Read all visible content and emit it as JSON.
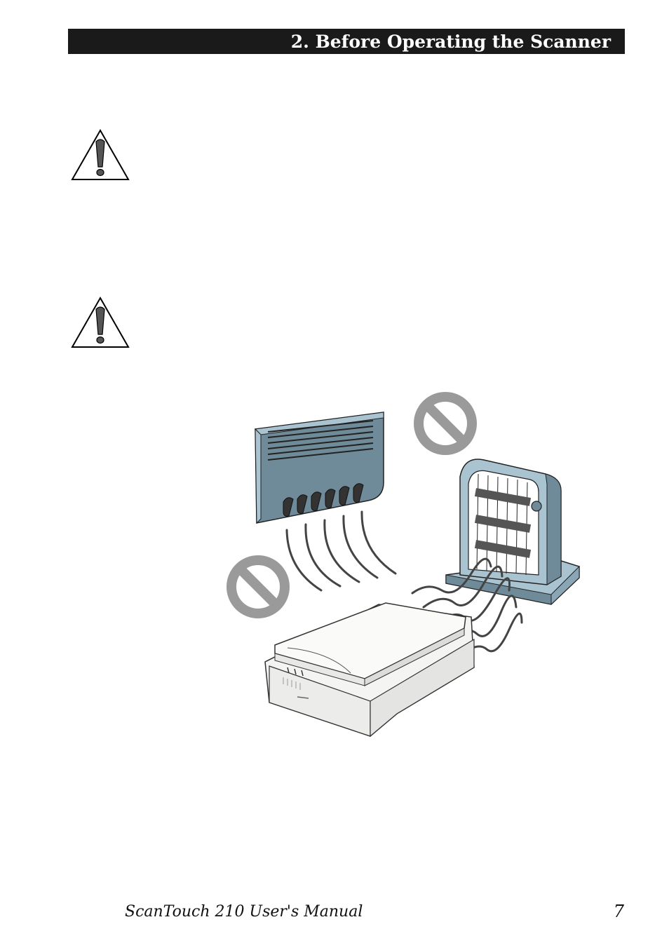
{
  "header": {
    "title": "2. Before Operating the Scanner"
  },
  "footer": {
    "manual_title": "ScanTouch 210 User's Manual",
    "page_number": "7"
  },
  "icons": {
    "warning": "warning-triangle-icon",
    "prohibition": "prohibition-icon"
  },
  "colors": {
    "header_bg": "#1a1a1a",
    "device_blue": "#a9c3d1",
    "device_dark": "#6f8a98",
    "prohibit_gray": "#9a9a9a"
  }
}
